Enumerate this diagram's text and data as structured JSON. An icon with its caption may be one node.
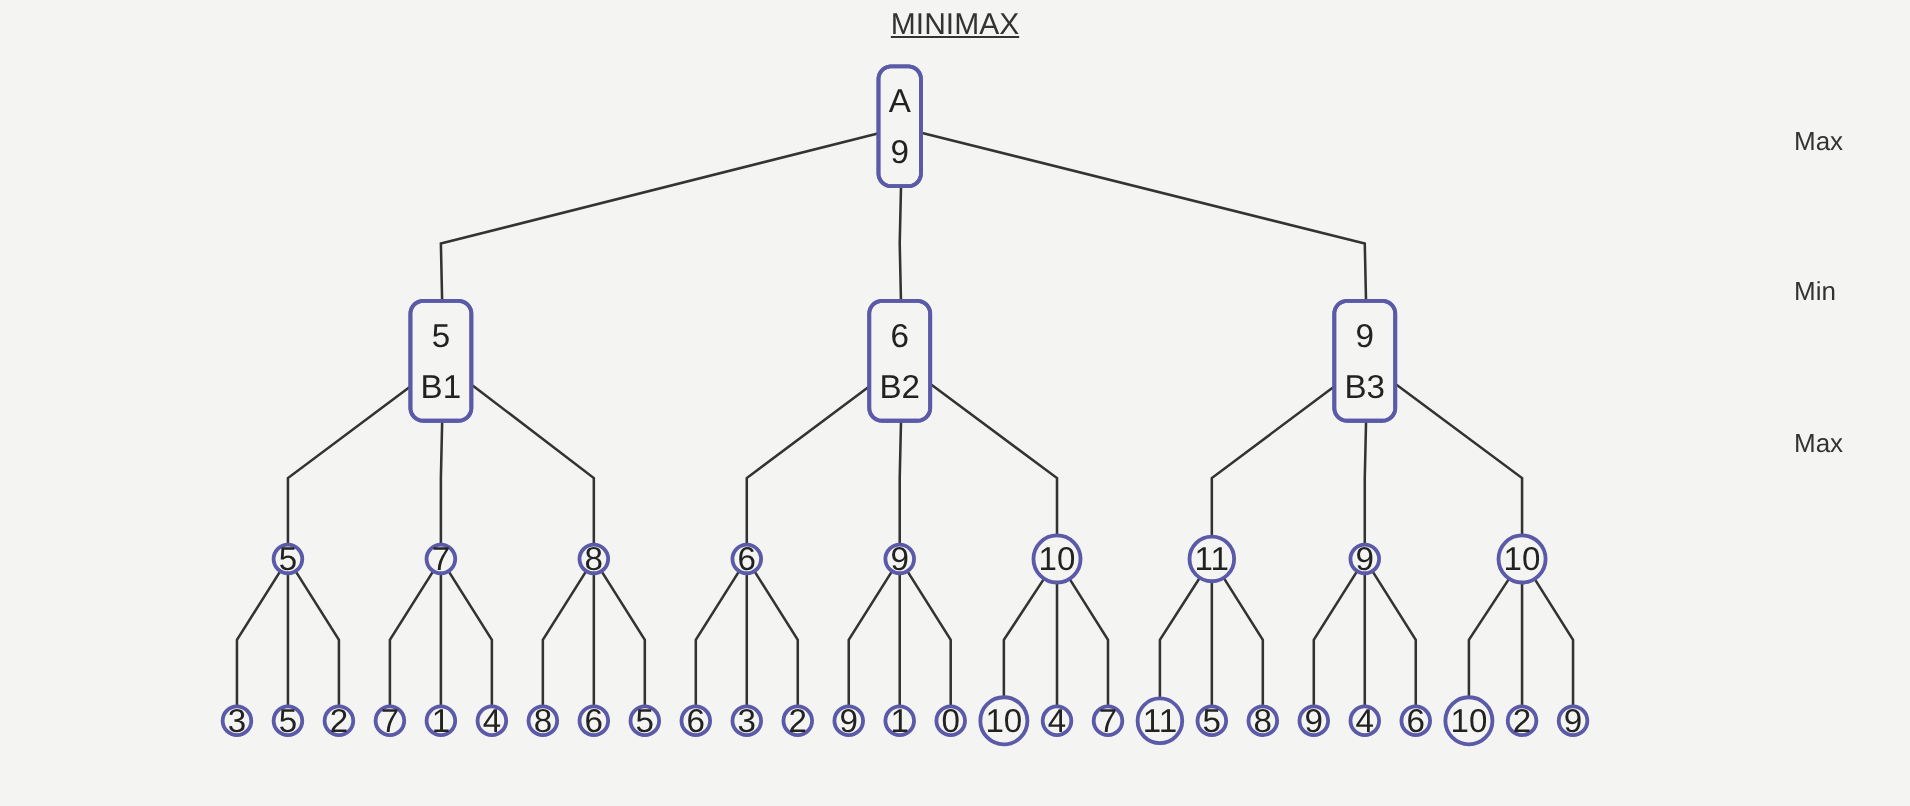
{
  "diagram": {
    "title": "MINIMAX",
    "nodes": [
      {
        "text": [
          "A",
          "9"
        ]
      },
      {
        "text": [
          "5",
          "B1"
        ]
      },
      {
        "text": [
          "6",
          "B2"
        ]
      },
      {
        "text": [
          "9",
          "B3"
        ]
      },
      {
        "text": [
          "5"
        ]
      },
      {
        "text": [
          "7"
        ]
      },
      {
        "text": [
          "8"
        ]
      },
      {
        "text": [
          "6"
        ]
      },
      {
        "text": [
          "9"
        ]
      },
      {
        "text": [
          "10"
        ]
      },
      {
        "text": [
          "11"
        ]
      },
      {
        "text": [
          "9"
        ]
      },
      {
        "text": [
          "10"
        ]
      },
      {
        "text": [
          "3"
        ]
      },
      {
        "text": [
          "5"
        ]
      },
      {
        "text": [
          "2"
        ]
      },
      {
        "text": [
          "7"
        ]
      },
      {
        "text": [
          "1"
        ]
      },
      {
        "text": [
          "4"
        ]
      },
      {
        "text": [
          "8"
        ]
      },
      {
        "text": [
          "6"
        ]
      },
      {
        "text": [
          "5"
        ]
      },
      {
        "text": [
          "6"
        ]
      },
      {
        "text": [
          "3"
        ]
      },
      {
        "text": [
          "2"
        ]
      },
      {
        "text": [
          "9"
        ]
      },
      {
        "text": [
          "1"
        ]
      },
      {
        "text": [
          "0"
        ]
      },
      {
        "text": [
          "10"
        ]
      },
      {
        "text": [
          "4"
        ]
      },
      {
        "text": [
          "7"
        ]
      },
      {
        "text": [
          "11"
        ]
      },
      {
        "text": [
          "5"
        ]
      },
      {
        "text": [
          "8"
        ]
      },
      {
        "text": [
          "9"
        ]
      },
      {
        "text": [
          "4"
        ]
      },
      {
        "text": [
          "6"
        ]
      },
      {
        "text": [
          "10"
        ]
      },
      {
        "text": [
          "2"
        ]
      },
      {
        "text": [
          "9"
        ]
      }
    ],
    "edges": [
      {
        "from": 0,
        "to": 1,
        "arrow": "none"
      },
      {
        "from": 0,
        "to": 2,
        "arrow": "none"
      },
      {
        "from": 0,
        "to": 3,
        "arrow": "none"
      },
      {
        "from": 1,
        "to": 4,
        "arrow": "none"
      },
      {
        "from": 1,
        "to": 5,
        "arrow": "none"
      },
      {
        "from": 1,
        "to": 6,
        "arrow": "none"
      },
      {
        "from": 2,
        "to": 7,
        "arrow": "none"
      },
      {
        "from": 2,
        "to": 8,
        "arrow": "none"
      },
      {
        "from": 2,
        "to": 9,
        "arrow": "none"
      },
      {
        "from": 3,
        "to": 10,
        "arrow": "none"
      },
      {
        "from": 3,
        "to": 11,
        "arrow": "none"
      },
      {
        "from": 3,
        "to": 12,
        "arrow": "none"
      },
      {
        "from": 4,
        "to": 13,
        "arrow": "none"
      },
      {
        "from": 4,
        "to": 14,
        "arrow": "none"
      },
      {
        "from": 4,
        "to": 15,
        "arrow": "none"
      },
      {
        "from": 5,
        "to": 16,
        "arrow": "none"
      },
      {
        "from": 5,
        "to": 17,
        "arrow": "none"
      },
      {
        "from": 5,
        "to": 18,
        "arrow": "none"
      },
      {
        "from": 6,
        "to": 19,
        "arrow": "none"
      },
      {
        "from": 6,
        "to": 20,
        "arrow": "none"
      },
      {
        "from": 6,
        "to": 21,
        "arrow": "none"
      },
      {
        "from": 7,
        "to": 22,
        "arrow": "none"
      },
      {
        "from": 7,
        "to": 23,
        "arrow": "none"
      },
      {
        "from": 7,
        "to": 24,
        "arrow": "none"
      },
      {
        "from": 8,
        "to": 25,
        "arrow": "none"
      },
      {
        "from": 8,
        "to": 26,
        "arrow": "none"
      },
      {
        "from": 8,
        "to": 27,
        "arrow": "none"
      },
      {
        "from": 9,
        "to": 28,
        "arrow": "none"
      },
      {
        "from": 9,
        "to": 29,
        "arrow": "none"
      },
      {
        "from": 9,
        "to": 30,
        "arrow": "none"
      },
      {
        "from": 10,
        "to": 31,
        "arrow": "none"
      },
      {
        "from": 10,
        "to": 32,
        "arrow": "none"
      },
      {
        "from": 10,
        "to": 33,
        "arrow": "none"
      },
      {
        "from": 11,
        "to": 34,
        "arrow": "none"
      },
      {
        "from": 11,
        "to": 35,
        "arrow": "none"
      },
      {
        "from": 11,
        "to": 36,
        "arrow": "none"
      },
      {
        "from": 12,
        "to": 37,
        "arrow": "none"
      },
      {
        "from": 12,
        "to": 38,
        "arrow": "none"
      },
      {
        "from": 12,
        "to": 39,
        "arrow": "none"
      }
    ],
    "labels": [
      "Max",
      "Min",
      "Max"
    ]
  }
}
